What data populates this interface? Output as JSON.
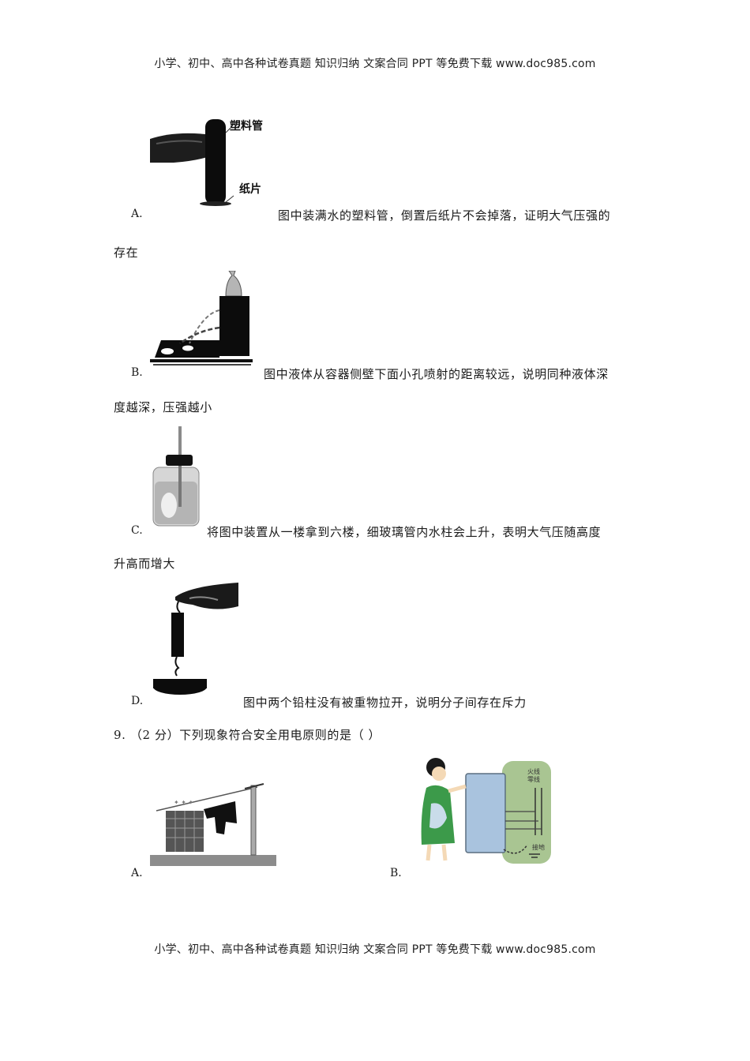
{
  "header": {
    "text": "小学、初中、高中各种试卷真题 知识归纳 文案合同 PPT 等免费下载   www.doc985.com"
  },
  "footer": {
    "text": "小学、初中、高中各种试卷真题 知识归纳 文案合同 PPT 等免费下载   www.doc985.com"
  },
  "question8": {
    "options": [
      {
        "label": "A.",
        "text_line1": "图中装满水的塑料管，倒置后纸片不会掉落，证明大气压强的",
        "text_line2": "存在",
        "figure": {
          "name": "plastic-tube-paper-figure",
          "labels": [
            "塑料管",
            "纸片"
          ]
        }
      },
      {
        "label": "B.",
        "text_line1": "图中液体从容器侧壁下面小孔喷射的距离较远，说明同种液体深",
        "text_line2": "度越深，压强越小",
        "figure": {
          "name": "container-holes-spray-figure"
        }
      },
      {
        "label": "C.",
        "text_line1": "将图中装置从一楼拿到六楼，细玻璃管内水柱会上升，表明大气压随高度",
        "text_line2": "升高而增大",
        "figure": {
          "name": "bottle-glass-tube-figure"
        }
      },
      {
        "label": "D.",
        "text_line1": "图中两个铅柱没有被重物拉开，说明分子间存在斥力",
        "figure": {
          "name": "lead-cylinders-weight-figure"
        }
      }
    ]
  },
  "question9": {
    "stem": "9. （2 分）下列现象符合安全用电原则的是（      ）",
    "options": [
      {
        "label": "A.",
        "figure": {
          "name": "clothes-on-power-line-figure"
        }
      },
      {
        "label": "B.",
        "figure": {
          "name": "fridge-grounding-figure",
          "labels": [
            "火线",
            "零线",
            "接地"
          ]
        }
      }
    ]
  }
}
